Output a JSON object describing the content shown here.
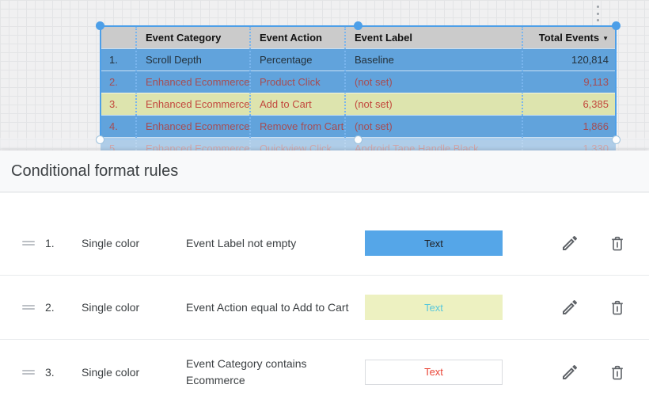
{
  "canvas": {
    "kebab_menu": "vertical-three-dots"
  },
  "table": {
    "headers": [
      "",
      "Event Category",
      "Event Action",
      "Event Label",
      "Total Events"
    ],
    "sort_indicator": "▼",
    "rows": [
      {
        "index": "1.",
        "category": "Scroll Depth",
        "action": "Percentage",
        "label": "Baseline",
        "total": "120,814",
        "style": "background:#61a3dc;color:#23303a"
      },
      {
        "index": "2.",
        "category": "Enhanced Ecommerce",
        "action": "Product Click",
        "label": "(not set)",
        "total": "9,113",
        "style": "background:#61a3dc;color:#a64d52"
      },
      {
        "index": "3.",
        "category": "Enhanced Ecommerce",
        "action": "Add to Cart",
        "label": "(not set)",
        "total": "6,385",
        "style": "background:#dde4ae;color:#c2483e"
      },
      {
        "index": "4.",
        "category": "Enhanced Ecommerce",
        "action": "Remove from Cart",
        "label": "(not set)",
        "total": "1,866",
        "style": "background:#61a3dc;color:#a64d52"
      },
      {
        "index": "5.",
        "category": "Enhanced Ecommerce",
        "action": "Quickview Click",
        "label": "Android Tape Handle Black",
        "total": "1,330",
        "style": "background:#61a3dc;color:#a64d52"
      }
    ],
    "colors": {
      "selection_blue": "#4d9fe8",
      "row_blue": "#61a3dc",
      "row_yellow": "#dde4ae",
      "header_grey": "#cbcbcb",
      "red_text": "#a64d52"
    }
  },
  "panel": {
    "title": "Conditional format rules",
    "rules": [
      {
        "index": "1.",
        "type": "Single color",
        "condition": "Event Label not empty",
        "swatch_label": "Text",
        "swatch_style": "background:#55a6e8;color:#202124"
      },
      {
        "index": "2.",
        "type": "Single color",
        "condition": "Event Action equal to Add to Cart",
        "swatch_label": "Text",
        "swatch_style": "background:#edf1c1;color:#56c7dc"
      },
      {
        "index": "3.",
        "type": "Single color",
        "condition": "Event Category contains Ecommerce",
        "swatch_label": "Text",
        "swatch_style": "background:#ffffff;color:#ea4335;border:1px solid #dadce0"
      }
    ]
  }
}
